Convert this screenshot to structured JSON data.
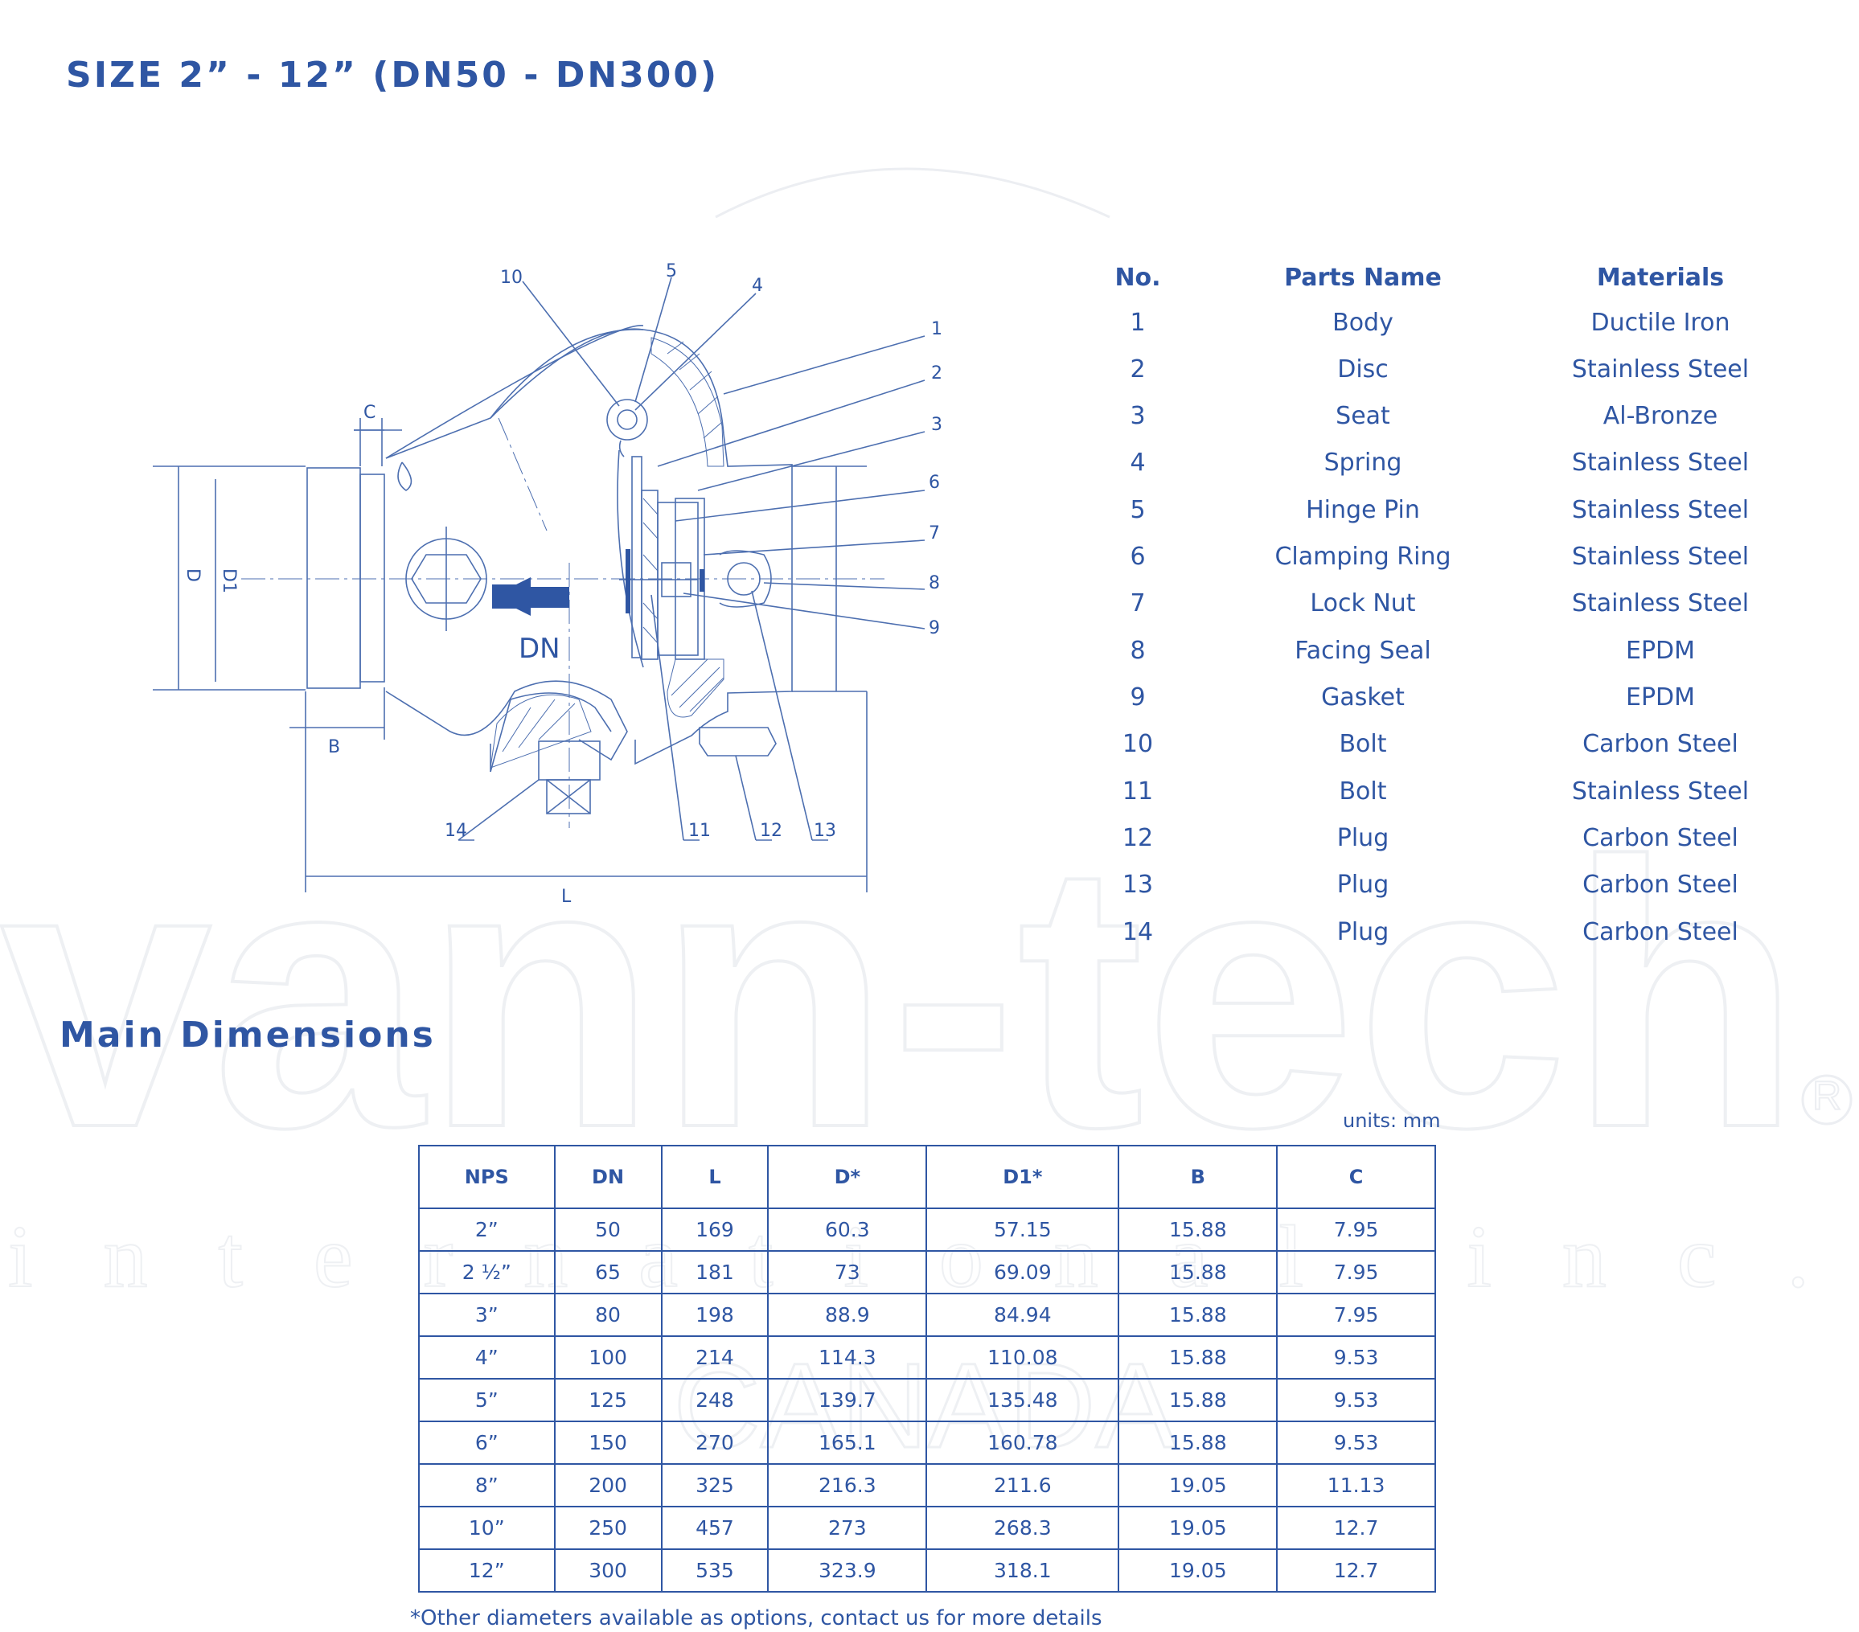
{
  "header": {
    "title": "SIZE 2” - 12” (DN50 - DN300)"
  },
  "diagram": {
    "callouts": [
      "1",
      "2",
      "3",
      "4",
      "5",
      "6",
      "7",
      "8",
      "9",
      "10",
      "11",
      "12",
      "13",
      "14"
    ],
    "dim_labels": {
      "c": "C",
      "d": "D",
      "d1": "D1",
      "b": "B",
      "l": "L",
      "flow": "DN"
    }
  },
  "parts_table": {
    "headers": {
      "no": "No.",
      "name": "Parts Name",
      "materials": "Materials"
    },
    "rows": [
      {
        "no": "1",
        "name": "Body",
        "material": "Ductile Iron"
      },
      {
        "no": "2",
        "name": "Disc",
        "material": "Stainless Steel"
      },
      {
        "no": "3",
        "name": "Seat",
        "material": "Al-Bronze"
      },
      {
        "no": "4",
        "name": "Spring",
        "material": "Stainless Steel"
      },
      {
        "no": "5",
        "name": "Hinge Pin",
        "material": "Stainless Steel"
      },
      {
        "no": "6",
        "name": "Clamping Ring",
        "material": "Stainless Steel"
      },
      {
        "no": "7",
        "name": "Lock Nut",
        "material": "Stainless Steel"
      },
      {
        "no": "8",
        "name": "Facing Seal",
        "material": "EPDM"
      },
      {
        "no": "9",
        "name": "Gasket",
        "material": "EPDM"
      },
      {
        "no": "10",
        "name": "Bolt",
        "material": "Carbon Steel"
      },
      {
        "no": "11",
        "name": "Bolt",
        "material": "Stainless Steel"
      },
      {
        "no": "12",
        "name": "Plug",
        "material": "Carbon Steel"
      },
      {
        "no": "13",
        "name": "Plug",
        "material": "Carbon Steel"
      },
      {
        "no": "14",
        "name": "Plug",
        "material": "Carbon Steel"
      }
    ]
  },
  "main_dimensions": {
    "title": "Main Dimensions",
    "units": "units: mm",
    "headers": [
      "NPS",
      "DN",
      "L",
      "D*",
      "D1*",
      "B",
      "C"
    ],
    "rows": [
      [
        "2”",
        "50",
        "169",
        "60.3",
        "57.15",
        "15.88",
        "7.95"
      ],
      [
        "2 ½”",
        "65",
        "181",
        "73",
        "69.09",
        "15.88",
        "7.95"
      ],
      [
        "3”",
        "80",
        "198",
        "88.9",
        "84.94",
        "15.88",
        "7.95"
      ],
      [
        "4”",
        "100",
        "214",
        "114.3",
        "110.08",
        "15.88",
        "9.53"
      ],
      [
        "5”",
        "125",
        "248",
        "139.7",
        "135.48",
        "15.88",
        "9.53"
      ],
      [
        "6”",
        "150",
        "270",
        "165.1",
        "160.78",
        "15.88",
        "9.53"
      ],
      [
        "8”",
        "200",
        "325",
        "216.3",
        "211.6",
        "19.05",
        "11.13"
      ],
      [
        "10”",
        "250",
        "457",
        "273",
        "268.3",
        "19.05",
        "12.7"
      ],
      [
        "12”",
        "300",
        "535",
        "323.9",
        "318.1",
        "19.05",
        "12.7"
      ]
    ],
    "footnote": "*Other diameters available as options, contact us for more details"
  },
  "watermark": {
    "brand": "vann-tech",
    "sub": "international inc.",
    "country": "CANADA",
    "mark": "R"
  },
  "colors": {
    "accent": "#2f56a3",
    "line": "#4d6fb0",
    "watermark": "#f0f2f5"
  }
}
